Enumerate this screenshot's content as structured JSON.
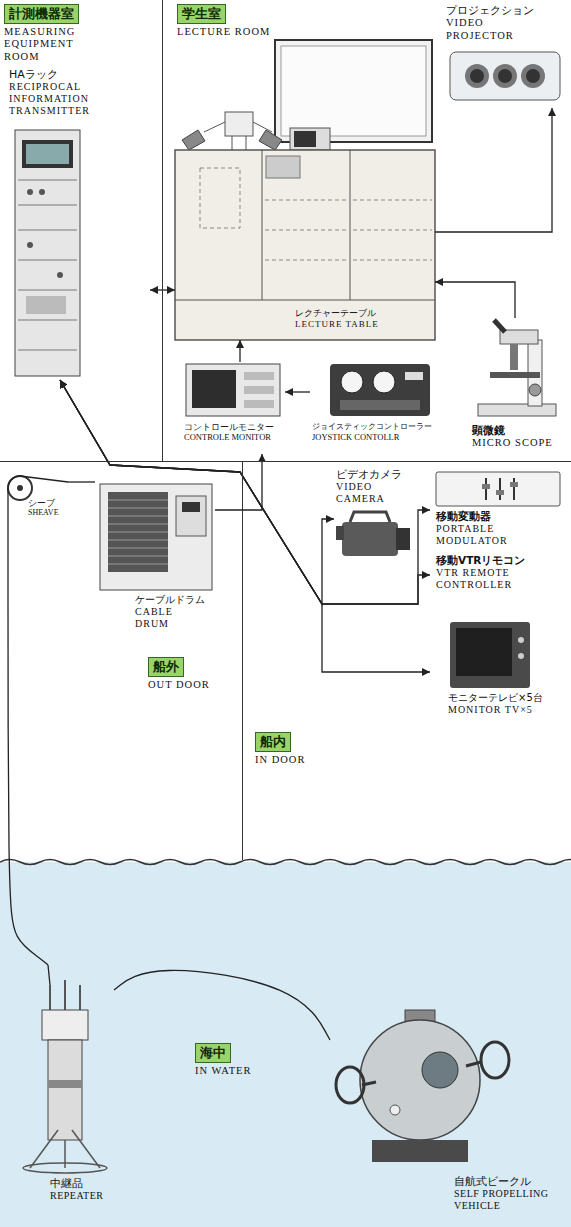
{
  "diagram": {
    "nodes": [
      {
        "text": [
          "計測機器室",
          "MEASURING EQUIPMENT ROOM"
        ]
      },
      {
        "text": [
          "HAラック",
          "RECIPROCAL INFORMATION TRANSMITTER"
        ],
        "in": 0
      },
      {
        "text": [
          "学生室",
          "LECTURE ROOM"
        ]
      },
      {
        "text": [
          "プロジェクション",
          "VIDEO PROJECTOR"
        ],
        "in": 2
      },
      {
        "text": [
          "レクチャーテーブル",
          "LECTURE TABLE"
        ],
        "in": 2
      },
      {
        "text": [
          "コントロールモニター",
          "CONTROLE MONITOR"
        ],
        "in": 2
      },
      {
        "text": [
          "ジョイスティックコントローラー",
          "JOYSTICK CONTOLLR"
        ],
        "in": 2
      },
      {
        "text": [
          "顕微鏡",
          "MICRO SCOPE"
        ],
        "in": 2
      },
      {
        "text": [
          "船外",
          "OUT DOOR"
        ]
      },
      {
        "text": [
          "シーブ",
          "SHEAVE"
        ],
        "in": 8
      },
      {
        "text": [
          "ケーブルドラム",
          "CABLE DRUM"
        ],
        "in": 8
      },
      {
        "text": [
          "船内",
          "IN DOOR"
        ]
      },
      {
        "text": [
          "ビデオカメラ",
          "VIDEO CAMERA"
        ],
        "in": 11
      },
      {
        "text": [
          "移動変動器",
          "PORTABLE MODULATOR"
        ],
        "in": 11
      },
      {
        "text": [
          "移動VTRリモコン",
          "VTR REMOTE CONTROLLER"
        ],
        "in": 11
      },
      {
        "text": [
          "モニターテレビ×5台",
          "MONITOR TV×5"
        ],
        "in": 11
      },
      {
        "text": [
          "海中",
          "IN WATER"
        ]
      },
      {
        "text": [
          "中継品",
          "REPEATER"
        ],
        "in": 16
      },
      {
        "text": [
          "自航式ビークル",
          "SELF PROPELLING VEHICLE"
        ],
        "in": 16
      }
    ],
    "edges": [
      {
        "from": 1,
        "to": 4,
        "arrow": "both"
      },
      {
        "from": 4,
        "to": 3,
        "arrow": "to"
      },
      {
        "from": 7,
        "to": 4,
        "arrow": "to"
      },
      {
        "from": 5,
        "to": 4,
        "arrow": "to"
      },
      {
        "from": 6,
        "to": 5,
        "arrow": "to"
      },
      {
        "from": 10,
        "to": 5,
        "arrow": "to"
      },
      {
        "from": 1,
        "to": 12,
        "arrow": "both"
      },
      {
        "from": 1,
        "to": 13,
        "arrow": "both"
      },
      {
        "from": 1,
        "to": 14,
        "arrow": "both"
      },
      {
        "from": 1,
        "to": 15,
        "arrow": "both"
      },
      {
        "from": 10,
        "to": 9,
        "arrow": "none"
      },
      {
        "from": 9,
        "to": 17,
        "arrow": "none"
      },
      {
        "from": 17,
        "to": 18,
        "arrow": "none"
      }
    ]
  }
}
